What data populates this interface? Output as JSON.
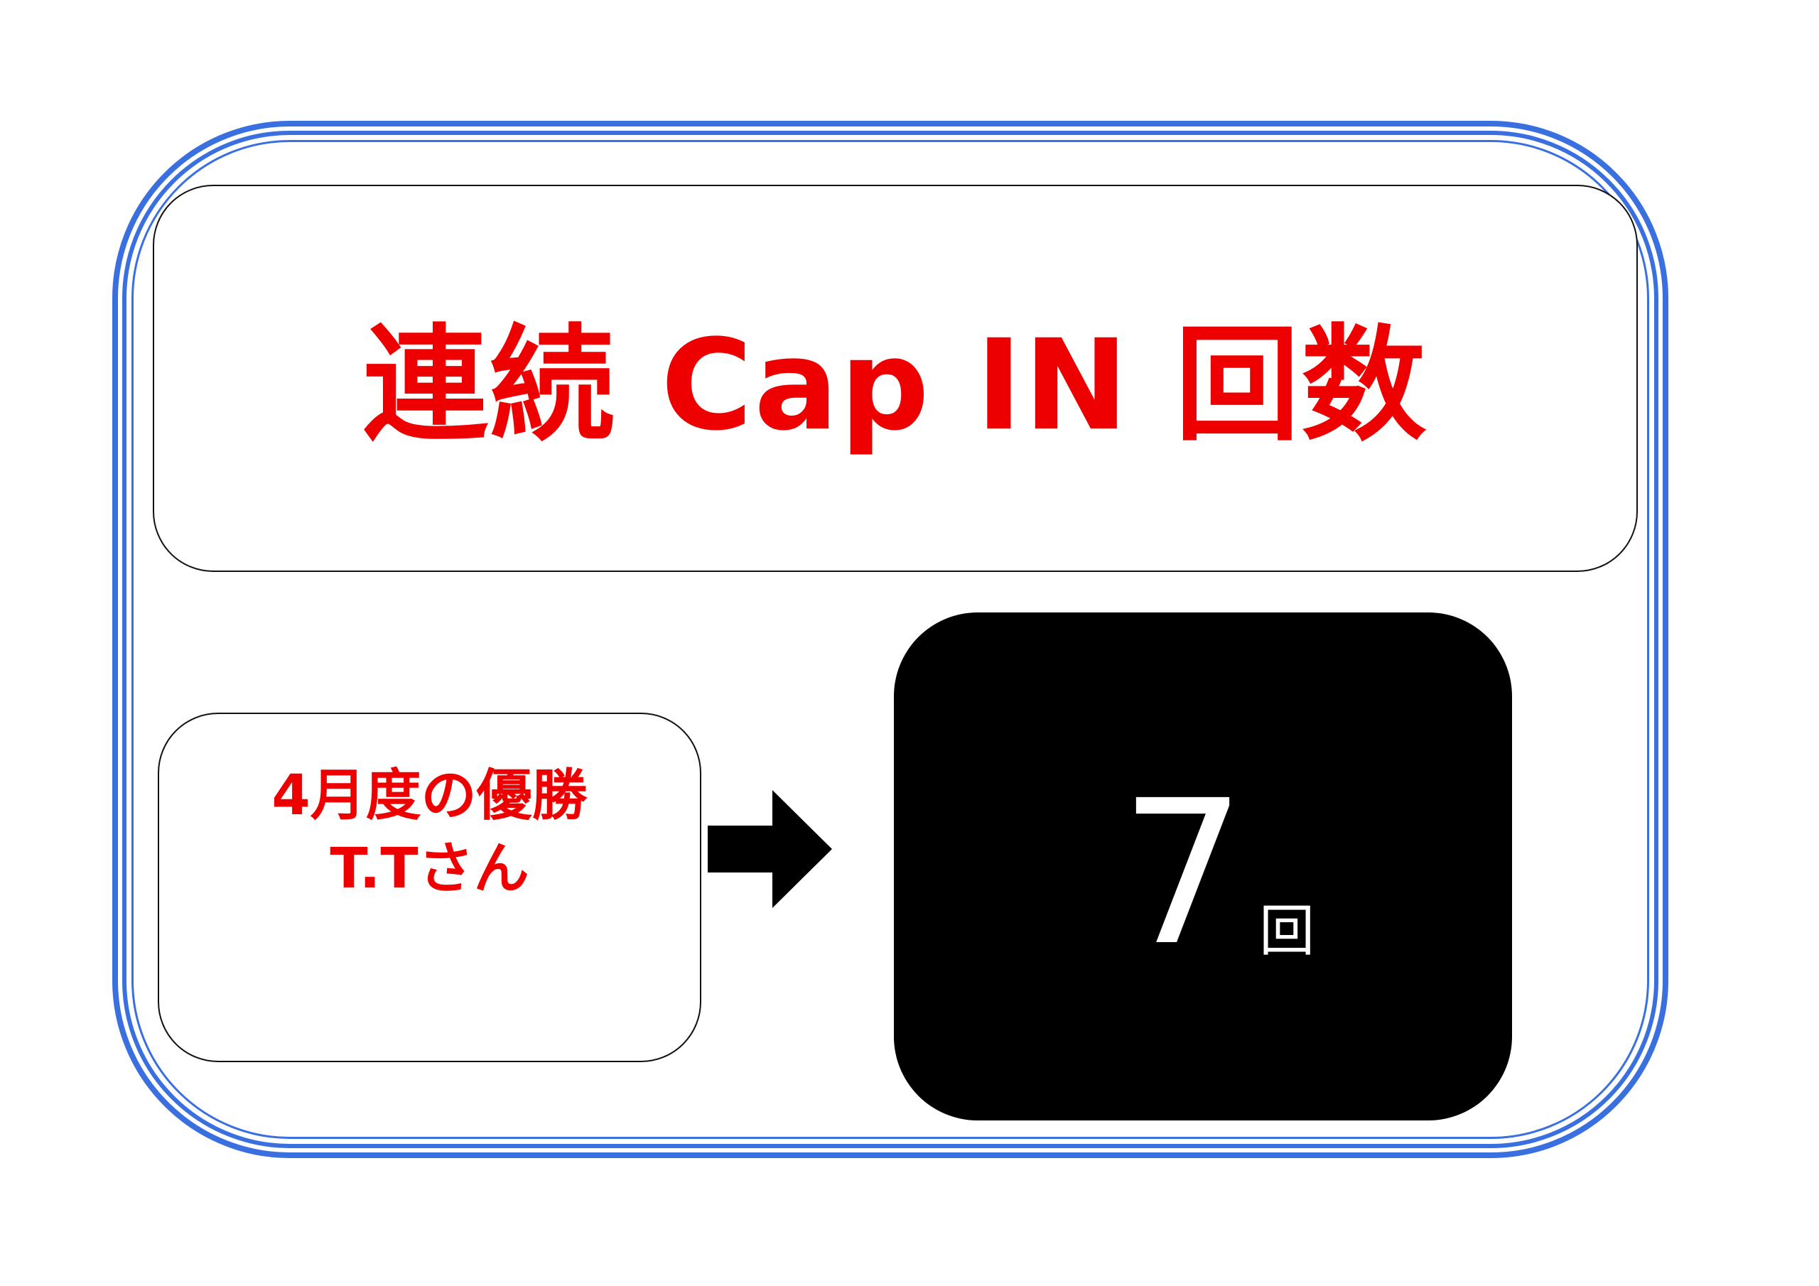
{
  "title": "連続 Cap IN 回数",
  "winner": {
    "line1": "4月度の優勝",
    "line2": "T.Tさん"
  },
  "result": {
    "count": "7",
    "unit": "回"
  },
  "colors": {
    "frame": "#3a6fe0",
    "accent_text": "#ee0000",
    "count_box": "#000000",
    "count_text": "#ffffff"
  },
  "icons": {
    "arrow": "arrow-right-icon"
  }
}
